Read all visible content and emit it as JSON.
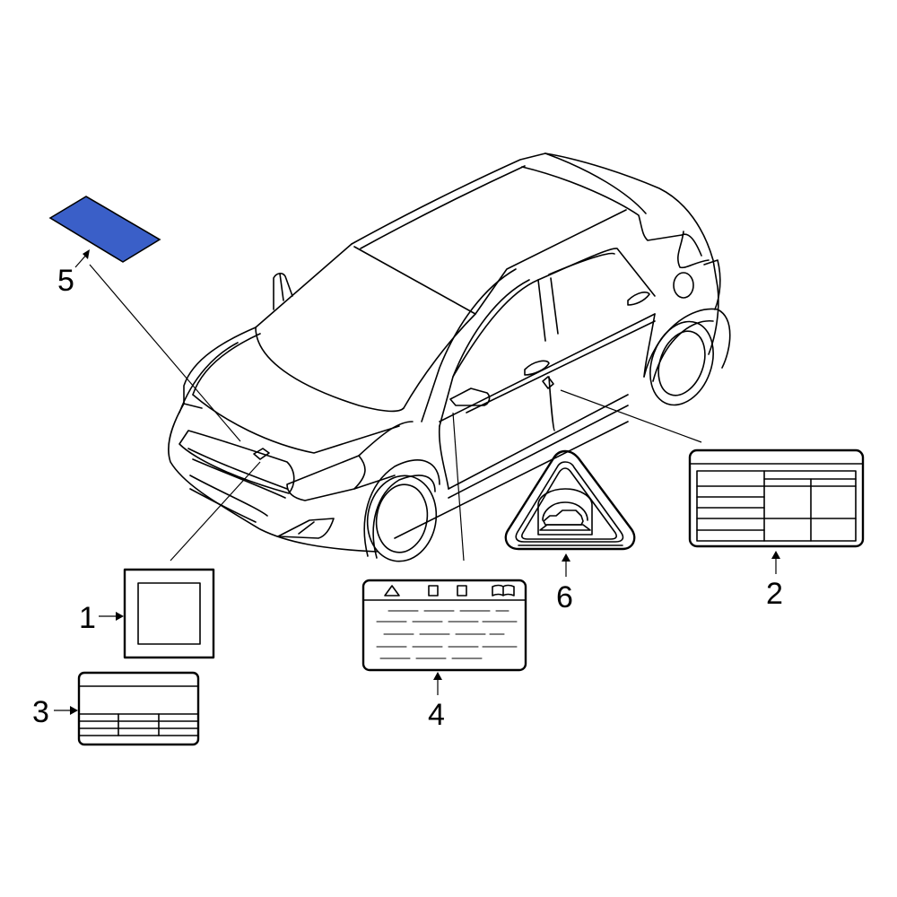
{
  "diagram": {
    "subject": "vehicle labels and decals",
    "highlight_color": "#3a5fc8",
    "line_color": "#000000",
    "background": "#ffffff"
  },
  "callouts": [
    {
      "number": "1",
      "part": "square-label",
      "arrow": "right"
    },
    {
      "number": "2",
      "part": "tire-pressure-label-table",
      "arrow": "up"
    },
    {
      "number": "3",
      "part": "tabular-label",
      "arrow": "right"
    },
    {
      "number": "4",
      "part": "warning-info-label",
      "arrow": "up"
    },
    {
      "number": "5",
      "part": "hood-decal-highlighted",
      "arrow": "up-right",
      "highlighted": true
    },
    {
      "number": "6",
      "part": "triangular-caution-label",
      "arrow": "up"
    }
  ],
  "labels": {
    "label4_icons": [
      "warning-triangle-icon",
      "square-icon",
      "square-icon",
      "manual-book-icon"
    ]
  }
}
